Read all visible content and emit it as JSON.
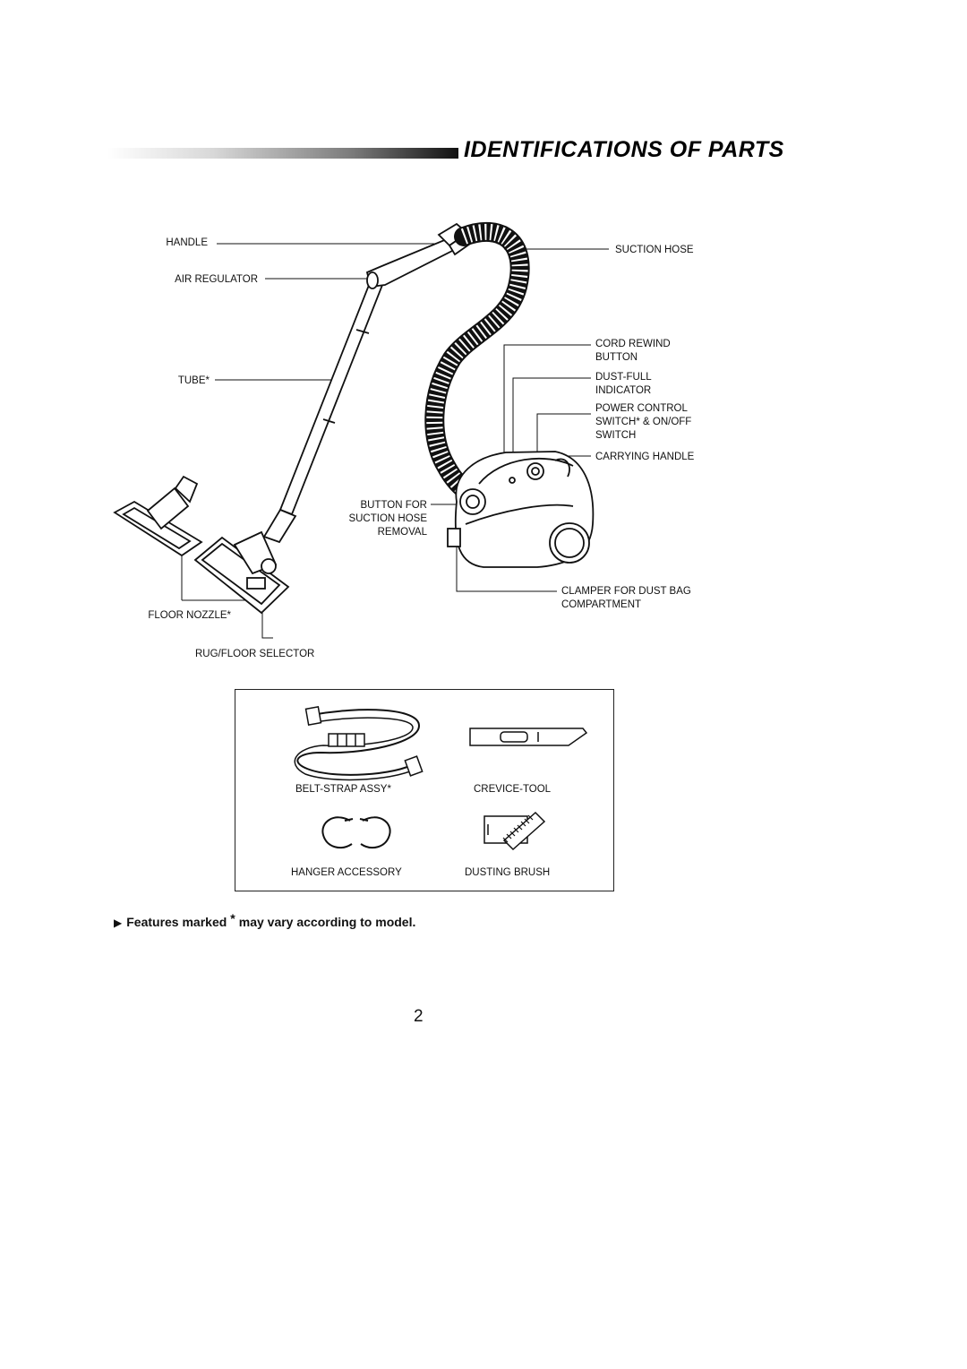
{
  "header": {
    "title": "IDENTIFICATIONS OF PARTS"
  },
  "labels": {
    "handle": "HANDLE",
    "air_regulator": "AIR REGULATOR",
    "tube": "TUBE*",
    "suction_hose": "SUCTION HOSE",
    "cord_rewind": "CORD REWIND\nBUTTON",
    "dust_full": "DUST-FULL\nINDICATOR",
    "power_control": "POWER CONTROL\nSWITCH* & ON/OFF\nSWITCH",
    "carrying_handle": "CARRYING HANDLE",
    "button_for_removal": "BUTTON FOR\nSUCTION HOSE\nREMOVAL",
    "clamper": "CLAMPER FOR DUST BAG\nCOMPARTMENT",
    "floor_nozzle": "FLOOR NOZZLE*",
    "rug_floor_selector": "RUG/FLOOR SELECTOR"
  },
  "accessories": {
    "belt_strap": "BELT-STRAP ASSY*",
    "crevice_tool": "CREVICE-TOOL",
    "hanger": "HANGER ACCESSORY",
    "dusting_brush": "DUSTING BRUSH"
  },
  "note": {
    "before": "Features marked",
    "star": "*",
    "after": "may vary according to model."
  },
  "page_number": "2"
}
